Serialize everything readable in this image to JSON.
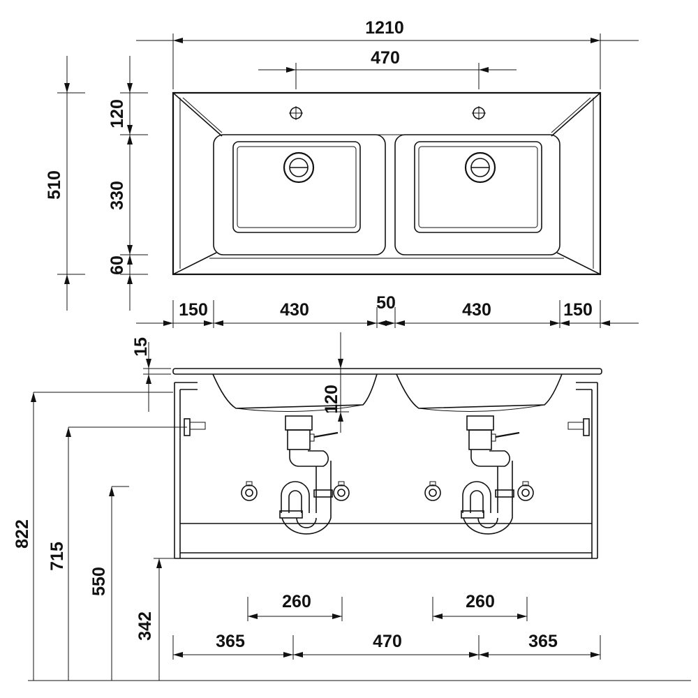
{
  "top_view": {
    "overall_width": "1210",
    "tap_spacing": "470",
    "overall_depth": "510",
    "back_margin": "120",
    "basin_depth": "330",
    "front_margin": "60",
    "side_left": "150",
    "basin_left": "430",
    "gap": "50",
    "basin_right": "430",
    "side_right": "150"
  },
  "front_view": {
    "top_thickness": "15",
    "basin_height": "120",
    "height_top": "822",
    "height_fixing": "715",
    "height_supply": "550",
    "height_cabinet_bottom": "342",
    "supply_spacing_left": "260",
    "supply_spacing_right": "260",
    "drain_offset_left": "365",
    "drain_spacing": "470",
    "drain_offset_right": "365"
  }
}
